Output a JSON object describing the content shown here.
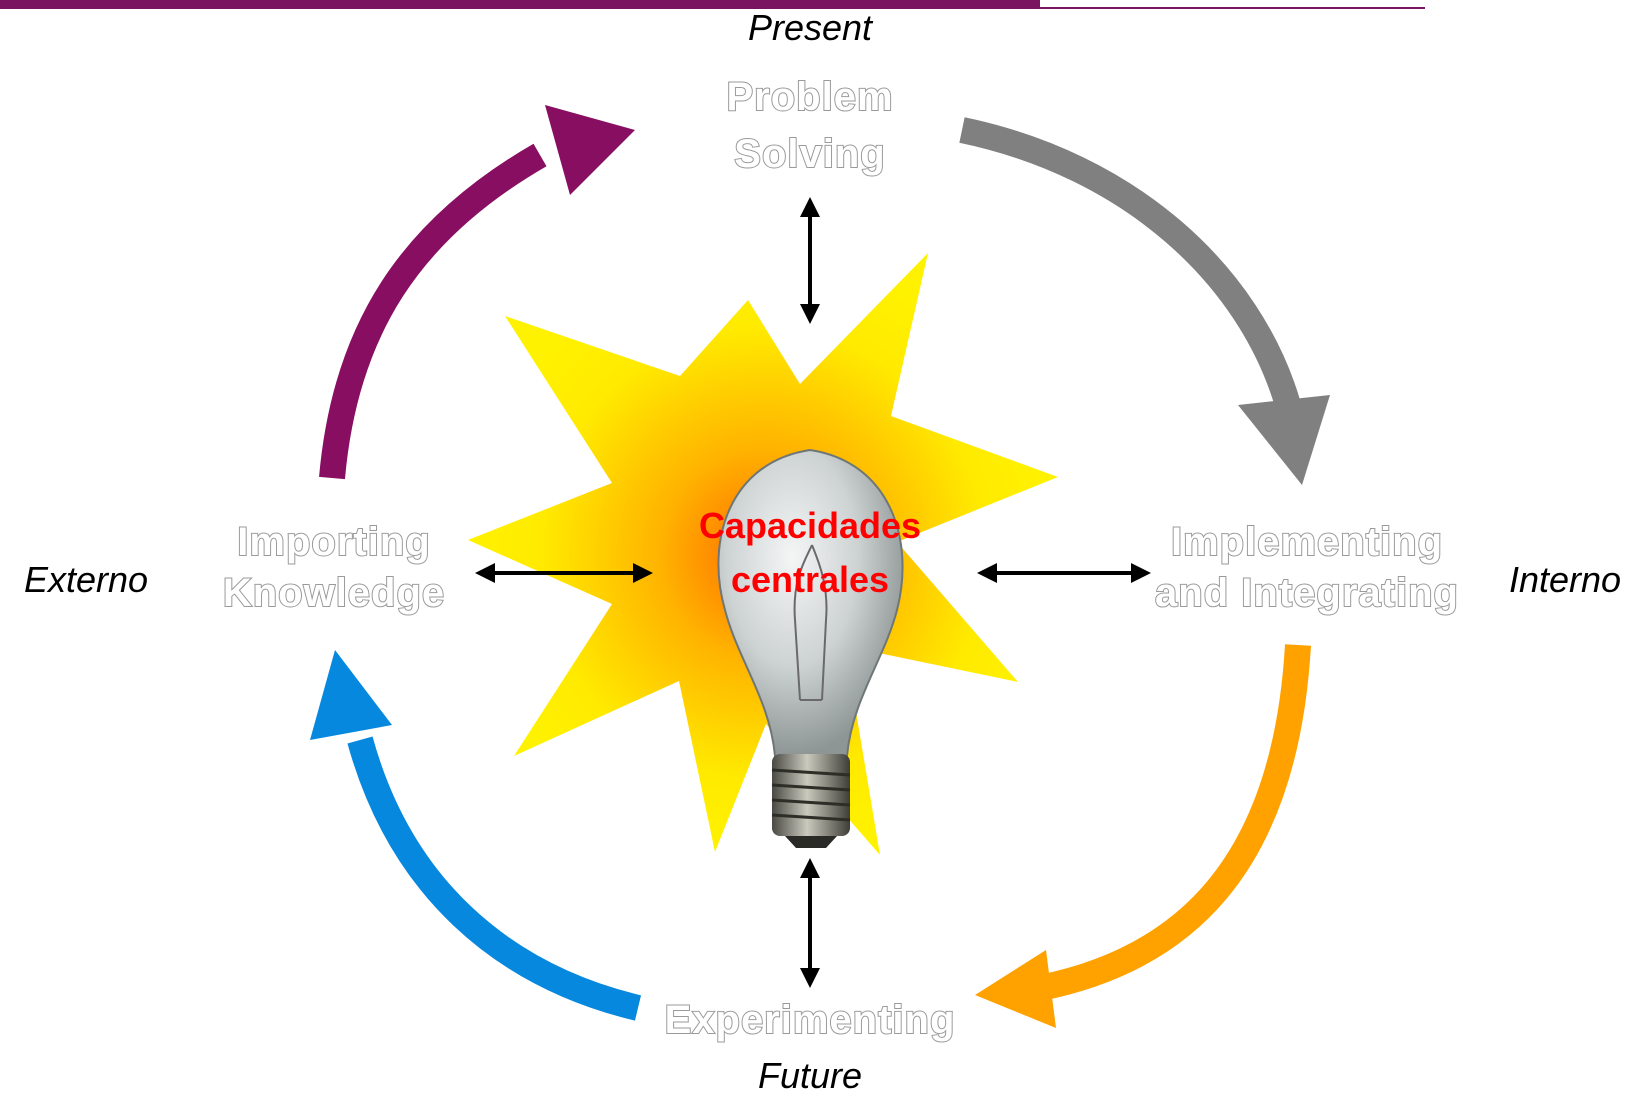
{
  "colors": {
    "top_rule": "#7b1460",
    "arrow_top_left": "#880e62",
    "arrow_top_right": "#808080",
    "arrow_bottom_right": "#ffa200",
    "arrow_bottom_left": "#0788df",
    "starburst": "#ffea00",
    "center_text": "#ff0000",
    "stage_text_outline": "#9a9a9a"
  },
  "axes": {
    "top": "Present",
    "bottom": "Future",
    "left": "Externo",
    "right": "Interno"
  },
  "stages": {
    "top": {
      "line1": "Problem",
      "line2": "Solving"
    },
    "left": {
      "line1": "Importing",
      "line2": "Knowledge"
    },
    "right": {
      "line1": "Implementing",
      "line2": "and Integrating"
    },
    "bottom": {
      "line1": "Experimenting"
    }
  },
  "center": {
    "line1": "Capacidades",
    "line2": "centrales",
    "image": "light-bulb"
  }
}
